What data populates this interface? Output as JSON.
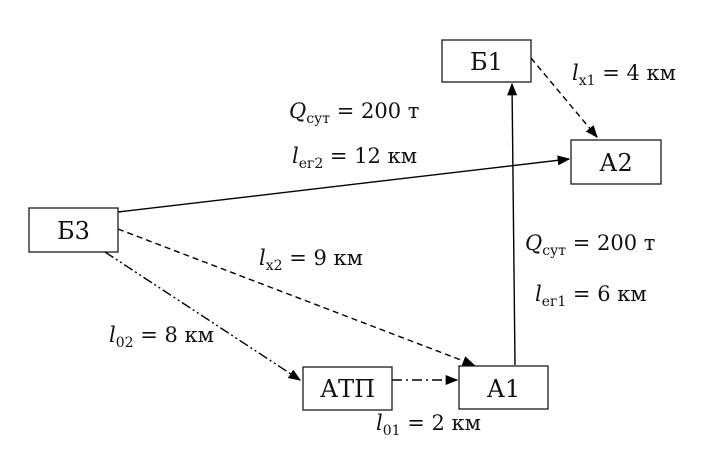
{
  "nodes": {
    "b1": {
      "label": "Б1"
    },
    "a2": {
      "label": "А2"
    },
    "b3": {
      "label": "Б3"
    },
    "atp": {
      "label": "АТП"
    },
    "a1": {
      "label": "А1"
    }
  },
  "labels": {
    "lx1": {
      "var": "l",
      "sub": "x1",
      "rest": " = 4 км"
    },
    "q2": {
      "var": "Q",
      "sub": "сут",
      "rest": " = 200 т"
    },
    "leg2": {
      "var": "l",
      "sub": "ег2",
      "rest": " = 12 км"
    },
    "lx2": {
      "var": "l",
      "sub": "x2",
      "rest": " = 9 км"
    },
    "q1": {
      "var": "Q",
      "sub": "сут",
      "rest": " = 200 т"
    },
    "leg1": {
      "var": "l",
      "sub": "ег1",
      "rest": " = 6 км"
    },
    "l02": {
      "var": "l",
      "sub": "02",
      "rest": " = 8 км"
    },
    "l01": {
      "var": "l",
      "sub": "01",
      "rest": " = 2 км"
    }
  }
}
